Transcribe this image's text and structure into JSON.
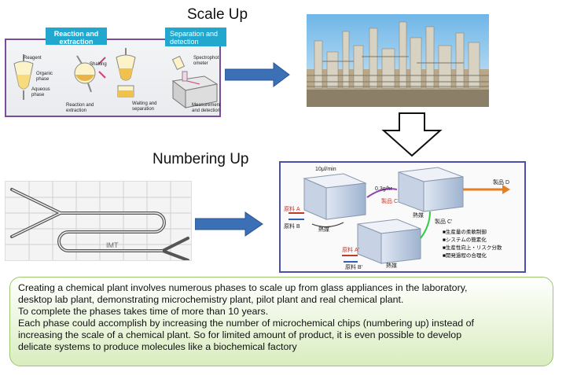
{
  "headings": {
    "scale_up": "Scale Up",
    "numbering_up": "Numbering Up"
  },
  "lab_panel": {
    "tab_reaction": "Reaction and extraction",
    "tab_separation": "Separation and detection",
    "labels": {
      "reagent": "Reagent",
      "organic_phase": "Organic phase",
      "aqueous_phase": "Aqueous phase",
      "shaking": "Shaking",
      "reaction_extraction": "Reaction and extraction",
      "waiting_separation": "Waiting and separation",
      "spectrophotometer": "Spectrophot ometer",
      "measurement_detection": "Measurement and detection"
    }
  },
  "chip_panel": {
    "label": "IMT"
  },
  "reactor_panel": {
    "flow_rate_1": "10μl/min",
    "flow_rate_2": "0.3g/hr",
    "raw_a": "原料 A",
    "raw_b": "原料 B",
    "raw_a2": "原料 A'",
    "raw_b2": "原料 B'",
    "product_c": "製品 C",
    "product_c2": "製品 C'",
    "product_d": "製品 D",
    "heat_medium": "熱媒",
    "heat_medium_2": "熱媒",
    "heat_medium_3": "熱媒",
    "bullets": [
      "■生産量の柔軟制御",
      "■システムの簡素化",
      "■生産性向上・リスク分散",
      "■開発過程の合理化"
    ]
  },
  "caption": {
    "lines": [
      "Creating a chemical plant involves numerous phases to scale up from glass appliances in the laboratory,",
      "desktop lab plant, demonstrating microchemistry plant, pilot plant and real chemical plant.",
      "To complete the phases takes time of more than 10 years.",
      "Each phase could accomplish by increasing the number of microchemical chips (numbering up) instead of",
      "increasing the scale of a chemical plant. So for limited amount of product, it is even possible to develop",
      "delicate systems to produce molecules like a biochemical factory"
    ]
  },
  "colors": {
    "accent_tab": "#22a8cf",
    "arrow_blue": "#3b6fb6",
    "panel_border_purple": "#7a4c9c",
    "panel_border_blue": "#4b4fb0",
    "caption_green": "#d9edbf"
  }
}
